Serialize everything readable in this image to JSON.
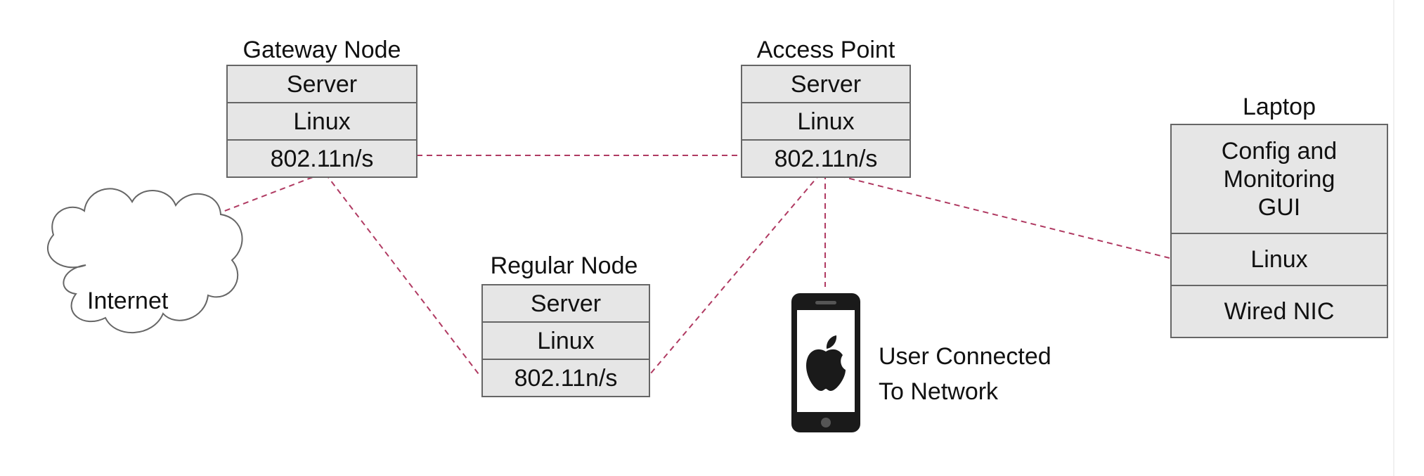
{
  "colors": {
    "layer_fill": "#e6e6e6",
    "layer_border": "#666666",
    "link": "#b03a62",
    "phone_body": "#1a1a1a"
  },
  "gateway": {
    "title": "Gateway Node",
    "layers": [
      "Server",
      "Linux",
      "802.11n/s"
    ]
  },
  "access_point": {
    "title": "Access Point",
    "layers": [
      "Server",
      "Linux",
      "802.11n/s"
    ]
  },
  "regular": {
    "title": "Regular Node",
    "layers": [
      "Server",
      "Linux",
      "802.11n/s"
    ]
  },
  "laptop": {
    "title": "Laptop",
    "layers": [
      "Config and Monitoring GUI",
      "Linux",
      "Wired NIC"
    ]
  },
  "internet": {
    "label": "Internet",
    "icon": "cloud-icon"
  },
  "user": {
    "line1": "User Connected",
    "line2": "To Network",
    "icon": "smartphone-icon"
  }
}
